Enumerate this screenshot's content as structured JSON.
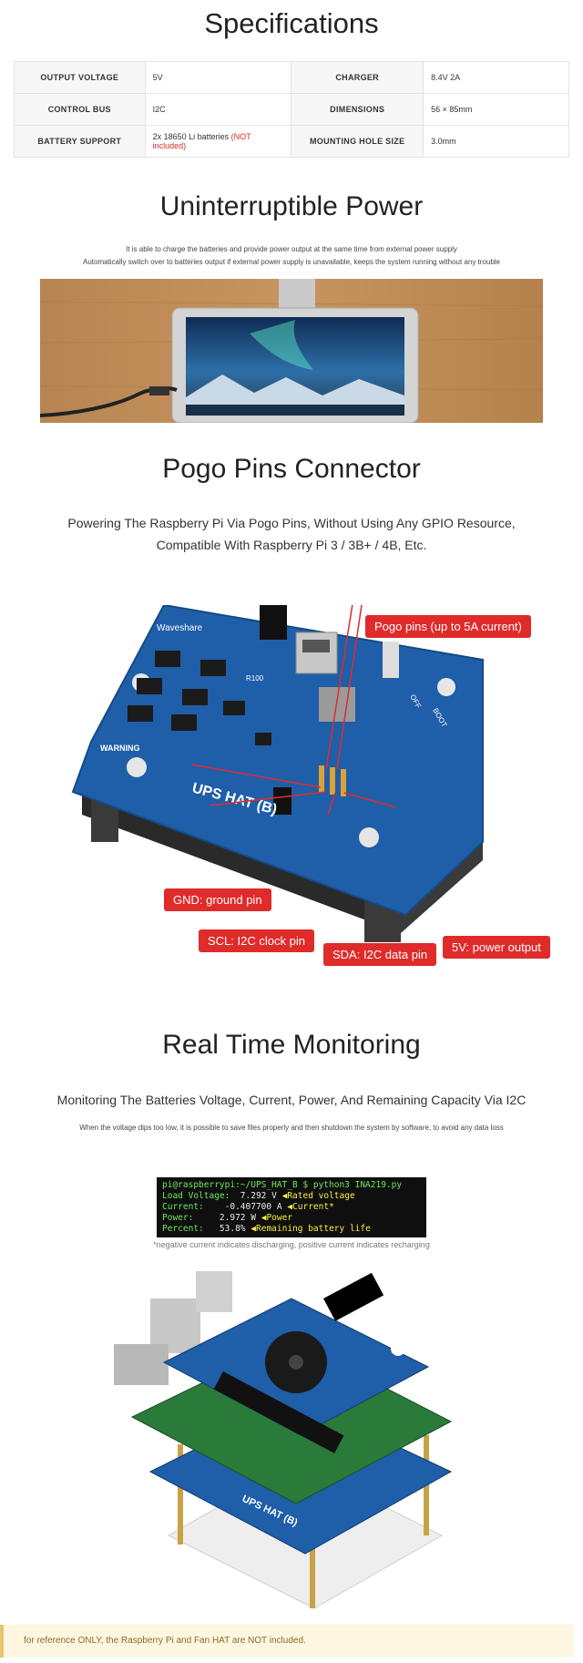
{
  "specs": {
    "title": "Specifications",
    "rows": [
      {
        "k1": "OUTPUT VOLTAGE",
        "v1": "5V",
        "k2": "CHARGER",
        "v2": "8.4V 2A"
      },
      {
        "k1": "CONTROL BUS",
        "v1": "I2C",
        "k2": "DIMENSIONS",
        "v2": "56 × 85mm"
      },
      {
        "k1": "BATTERY SUPPORT",
        "v1": "2x 18650 Li batteries",
        "v1_note": "(NOT included)",
        "k2": "MOUNTING HOLE SIZE",
        "v2": "3.0mm"
      }
    ]
  },
  "uninterruptible": {
    "title": "Uninterruptible Power",
    "desc1": "It is able to charge the batteries and provide power output at the same time from external power supply",
    "desc2": "Automatically switch over to batteries output if external power supply is unavailable, keeps the system running without any trouble"
  },
  "pogo": {
    "title": "Pogo Pins Connector",
    "desc1": "Powering The Raspberry Pi Via Pogo Pins, Without Using Any GPIO Resource,",
    "desc2": "Compatible With Raspberry Pi 3 / 3B+ / 4B, Etc.",
    "board_label": "UPS HAT (B)",
    "brand": "Waveshare",
    "warning": "WARNING",
    "silk_off": "OFF",
    "silk_boot": "BOOT",
    "silk_r": "R100",
    "callouts": {
      "pogo": "Pogo pins (up to 5A current)",
      "gnd": "GND: ground pin",
      "scl": "SCL: I2C clock pin",
      "sda": "SDA: I2C data pin",
      "v5": "5V: power output"
    }
  },
  "monitoring": {
    "title": "Real Time Monitoring",
    "desc1": "Monitoring The Batteries Voltage, Current, Power, And Remaining Capacity Via I2C",
    "desc2": "When the voltage dips too low, it is possible to save files properly and then shutdown the system by software, to avoid any data loss",
    "terminal": {
      "prompt": "pi@raspberrypi:~/UPS_HAT_B $ python3 INA219.py",
      "lines": [
        {
          "label": "Load Voltage:",
          "value": "  7.292 V",
          "note": "Rated voltage"
        },
        {
          "label": "Current:",
          "value": "    -0.407700 A",
          "note": "Current*"
        },
        {
          "label": "Power:",
          "value": "     2.972 W",
          "note": "Power"
        },
        {
          "label": "Percent:",
          "value": "   53.8%",
          "note": "Remaining battery life"
        }
      ]
    },
    "note": "*negative current indicates discharging, positive current indicates recharging",
    "board_label": "UPS HAT (B)"
  },
  "footer": {
    "text": "for reference ONLY, the Raspberry Pi and Fan HAT are NOT included."
  }
}
